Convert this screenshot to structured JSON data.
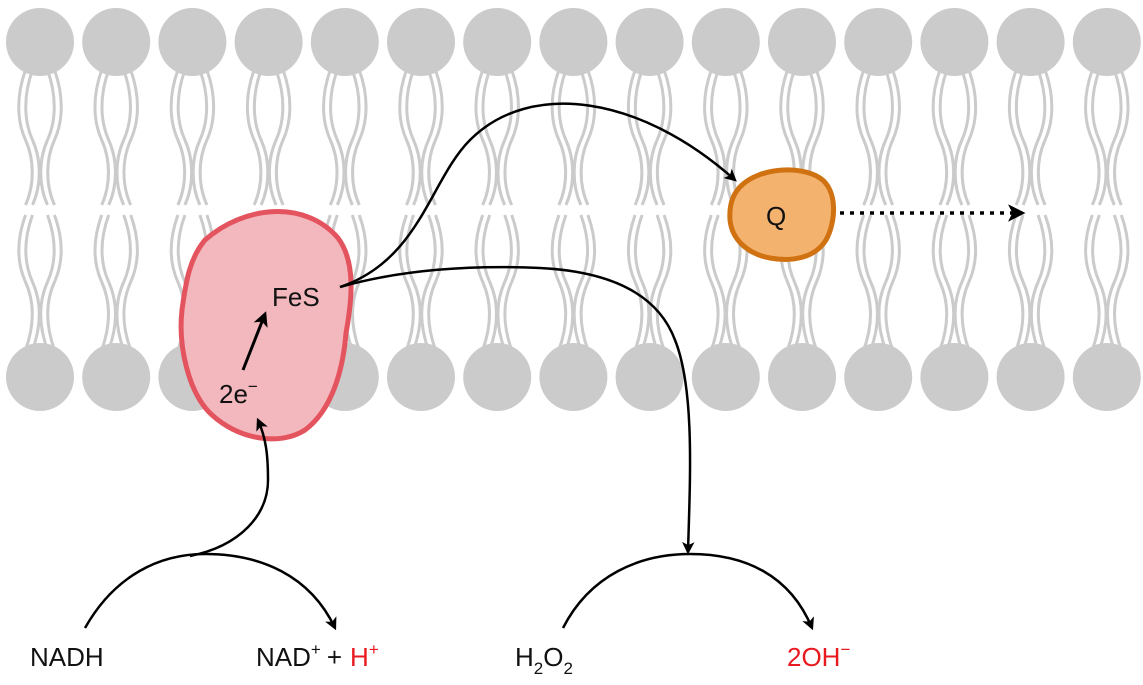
{
  "diagram": {
    "colors": {
      "membrane": "#cbcbcb",
      "complex_fill": "#f2b8bd",
      "complex_stroke": "#e4545f",
      "quinone_fill": "#f4b26f",
      "quinone_stroke": "#d07212",
      "highlight_red": "#e8191f"
    },
    "labels": {
      "fes": "FeS",
      "electrons": {
        "coef": "2e",
        "charge": "−"
      },
      "quinone": "Q",
      "nadh": "NADH",
      "nad": {
        "text": "NAD",
        "charge": "+",
        "plus": "+",
        "proton": "H",
        "proton_charge": "+"
      },
      "h2o2": {
        "h1": "H",
        "sub1": "2",
        "o": "O",
        "sub2": "2"
      },
      "hydroxide": {
        "text": "2OH",
        "charge": "−"
      }
    }
  }
}
